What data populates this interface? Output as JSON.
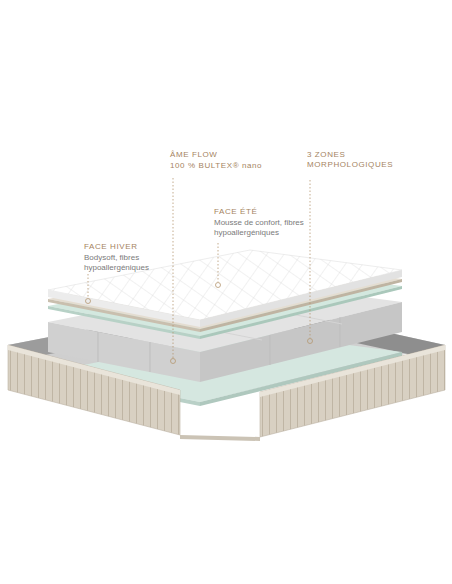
{
  "diagram": {
    "labels": [
      "ÂME FLOW",
      "100 % BULTEX® nano",
      "3 ZONES MORPHOLOGIQUES",
      "FACE ÉTÉ",
      "Mousse de confort, fibres hypoallergéniques",
      "FACE HIVER",
      "Bodysoft, fibres hypoallergéniques"
    ]
  }
}
